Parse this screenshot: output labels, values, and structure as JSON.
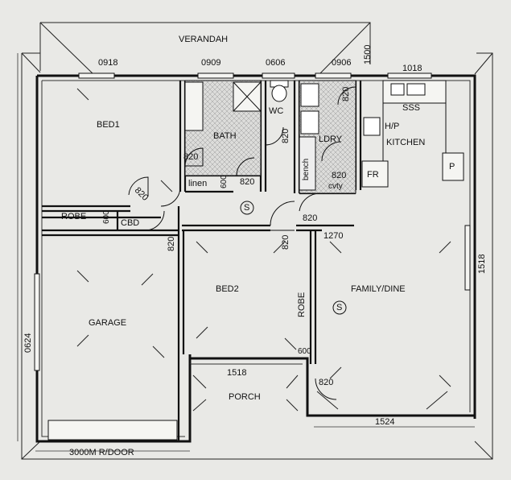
{
  "rooms": {
    "verandah": "VERANDAH",
    "bed1": "BED1",
    "bath": "BATH",
    "wc": "WC",
    "ldry": "LDRY",
    "bench": "bench",
    "kitchen": "KITCHEN",
    "linen": "linen",
    "robe1": "ROBE",
    "cbd": "CBD",
    "bed2": "BED2",
    "robe2": "ROBE",
    "family_dine": "FAMILY/DINE",
    "garage": "GARAGE",
    "porch": "PORCH"
  },
  "fixtures": {
    "sss": "SSS",
    "hp": "H/P",
    "fr": "FR",
    "p": "P",
    "cvty": "cvty",
    "smoke": "S"
  },
  "windows": {
    "bed1": "0918",
    "bath": "0909",
    "wc": "0606",
    "ldry": "0906",
    "kitchen": "1018",
    "verandah_side": "1500",
    "family_side": "1518",
    "garage_side": "0624",
    "family_door": "1270",
    "porch_top": "1518",
    "family_bottom": "1524"
  },
  "doors": {
    "d820": "820",
    "d600": "600"
  },
  "garage_door": "3000M R/DOOR"
}
